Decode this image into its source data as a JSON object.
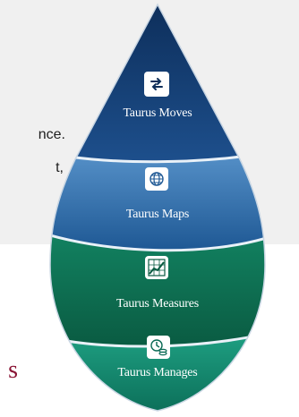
{
  "side_text": {
    "line1": "nce.",
    "line2": "t,"
  },
  "big_letter": "s",
  "layers": [
    {
      "label": "Taurus Moves",
      "icon": "transfer-arrows-icon",
      "color_top": "#0d2e5a",
      "color_bottom": "#1d4f8c"
    },
    {
      "label": "Taurus Maps",
      "icon": "globe-icon",
      "color_top": "#5d98cf",
      "color_bottom": "#1e5894"
    },
    {
      "label": "Taurus Measures",
      "icon": "bar-chart-icon",
      "color_top": "#138664",
      "color_bottom": "#0a5b42"
    },
    {
      "label": "Taurus Manages",
      "icon": "clock-coins-icon",
      "color_top": "#22a98a",
      "color_bottom": "#0a6a55"
    }
  ]
}
